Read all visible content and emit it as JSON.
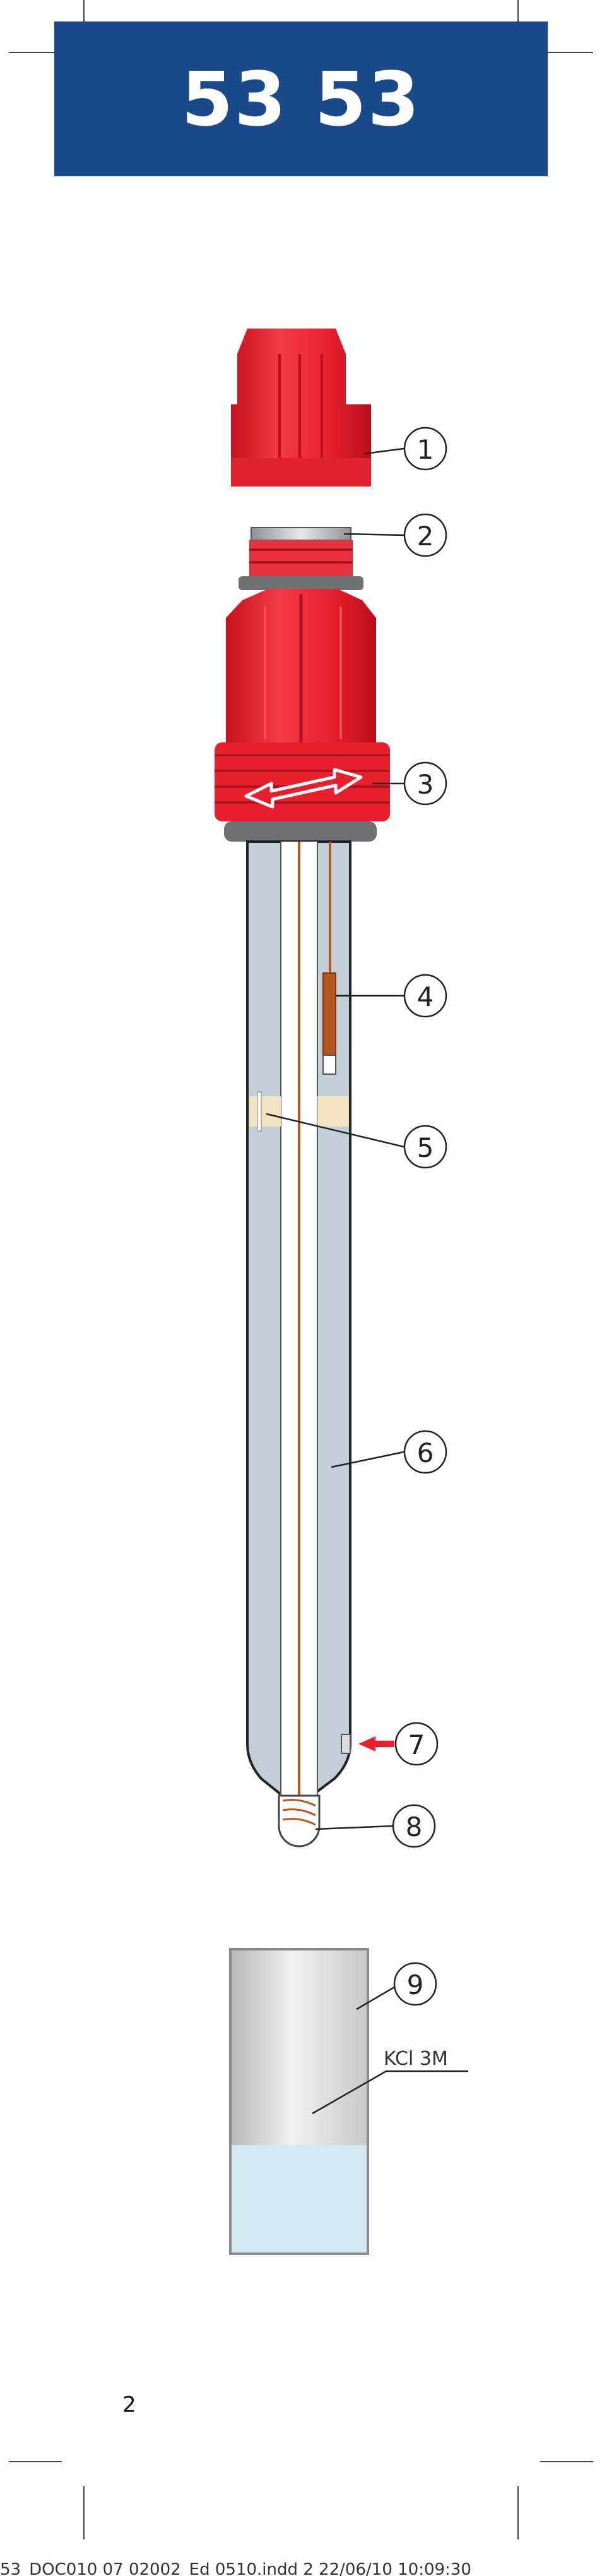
{
  "header": {
    "title": "53 53"
  },
  "diagram": {
    "callouts": [
      "1",
      "2",
      "3",
      "4",
      "5",
      "6",
      "7",
      "8",
      "9"
    ],
    "electrolyte_label": "KCl 3M",
    "colors": {
      "header_blue": "#1b4a8c",
      "cap_red": "#e8202d",
      "glass": "#c3cfd6",
      "wire_copper": "#b8561f",
      "ring_grey": "#6f7275",
      "thread_silver": "#aeb2b5",
      "diaphragm": "#f1e3c2",
      "solution": "#d5e8f1",
      "arrow_red": "#e8202d"
    }
  },
  "footer": {
    "page_number": "2",
    "slug": "53_DOC010 07 02002_Ed 0510.indd 2 22/06/10 10:09:30"
  }
}
